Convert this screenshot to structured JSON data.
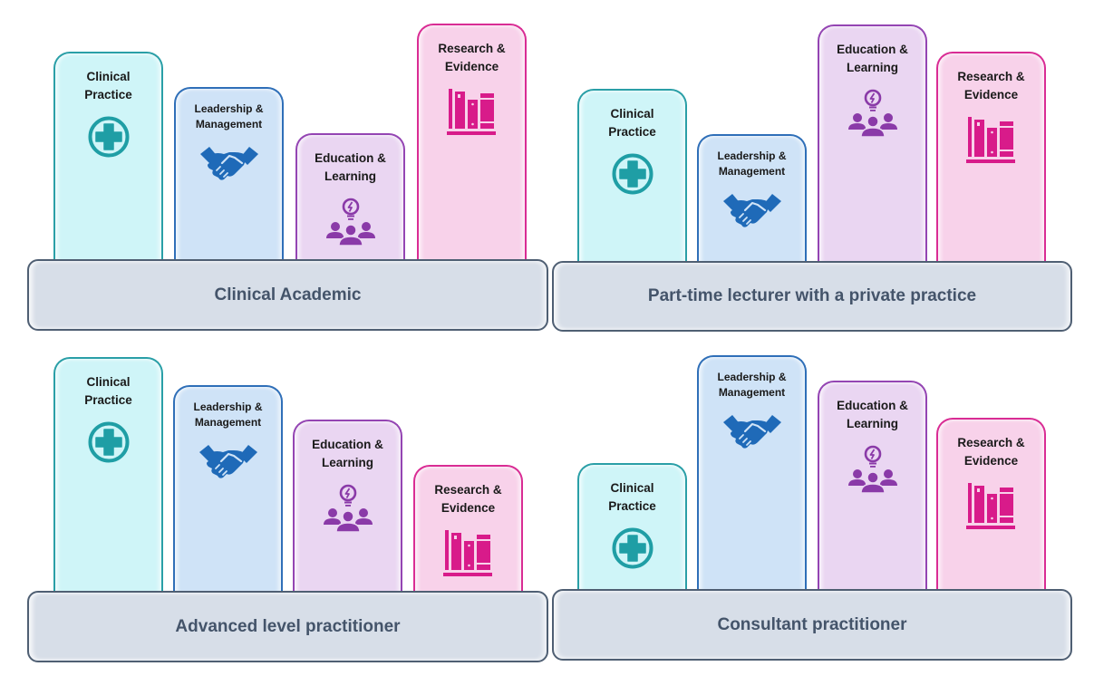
{
  "categories": {
    "clinical_practice": "Clinical Practice",
    "leadership_management": "Leadership & Management",
    "education_learning": "Education & Learning",
    "research_evidence": "Research & Evidence"
  },
  "colors": {
    "clinical_practice": "#2a9fa7",
    "leadership_management": "#2f6fb8",
    "education_learning": "#9445b3",
    "research_evidence": "#d92c94",
    "base_text": "#44546a"
  },
  "icons": {
    "clinical_practice": "medical-cross-icon",
    "leadership_management": "handshake-icon",
    "education_learning": "lightbulb-team-icon",
    "research_evidence": "books-icon"
  },
  "panels": [
    {
      "title": "Clinical Academic",
      "bars": [
        {
          "label_line1": "Clinical",
          "label_line2": "Practice",
          "relative_height": 0.5
        },
        {
          "label_line1": "Leadership &",
          "label_line2": "Management",
          "relative_height": 0.4
        },
        {
          "label_line1": "Education &",
          "label_line2": "Learning",
          "relative_height": 0.28
        },
        {
          "label_line1": "Research &",
          "label_line2": "Evidence",
          "relative_height": 0.6
        }
      ]
    },
    {
      "title": "Part-time lecturer with a private practice",
      "bars": [
        {
          "label_line1": "Clinical",
          "label_line2": "Practice",
          "relative_height": 0.4
        },
        {
          "label_line1": "Leadership &",
          "label_line2": "Management",
          "relative_height": 0.28
        },
        {
          "label_line1": "Education &",
          "label_line2": "Learning",
          "relative_height": 0.6
        },
        {
          "label_line1": "Research &",
          "label_line2": "Evidence",
          "relative_height": 0.5
        }
      ]
    },
    {
      "title": "Advanced level practitioner",
      "bars": [
        {
          "label_line1": "Clinical",
          "label_line2": "Practice",
          "relative_height": 0.6
        },
        {
          "label_line1": "Leadership &",
          "label_line2": "Management",
          "relative_height": 0.5
        },
        {
          "label_line1": "Education &",
          "label_line2": "Learning",
          "relative_height": 0.4
        },
        {
          "label_line1": "Research &",
          "label_line2": "Evidence",
          "relative_height": 0.28
        }
      ]
    },
    {
      "title": "Consultant practitioner",
      "bars": [
        {
          "label_line1": "Clinical",
          "label_line2": "Practice",
          "relative_height": 0.28
        },
        {
          "label_line1": "Leadership &",
          "label_line2": "Management",
          "relative_height": 0.6
        },
        {
          "label_line1": "Education &",
          "label_line2": "Learning",
          "relative_height": 0.5
        },
        {
          "label_line1": "Research &",
          "label_line2": "Evidence",
          "relative_height": 0.4
        }
      ]
    }
  ]
}
